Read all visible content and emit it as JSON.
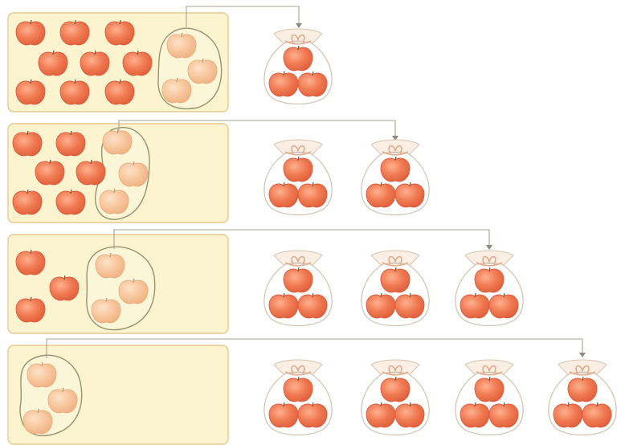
{
  "diagram": {
    "rows": [
      {
        "loose_apples": 9,
        "circled_apples": 3,
        "bags": 1
      },
      {
        "loose_apples": 6,
        "circled_apples": 3,
        "bags": 2
      },
      {
        "loose_apples": 3,
        "circled_apples": 3,
        "bags": 3
      },
      {
        "loose_apples": 0,
        "circled_apples": 3,
        "bags": 4
      }
    ],
    "apples_per_bag": 3,
    "colors": {
      "apple": "#f07a52",
      "apple_highlight": "#ffb08e",
      "apple_faded": "#f7c49a",
      "panel": "#fbf4cf",
      "panel_border": "#e6c98e",
      "arrow": "#a9a294"
    },
    "icons": [
      "apple-icon",
      "bag-icon",
      "lasso-outline",
      "arrow-connector"
    ]
  }
}
